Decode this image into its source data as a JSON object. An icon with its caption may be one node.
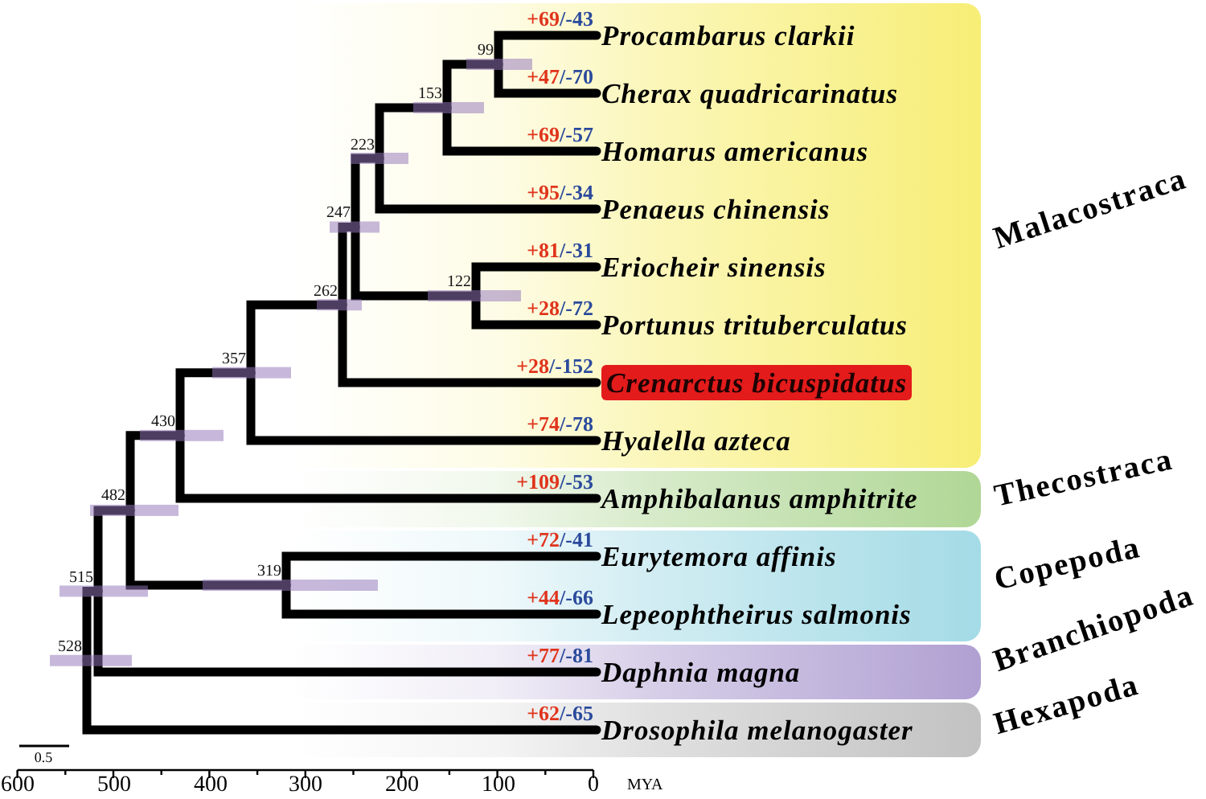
{
  "diagram": {
    "nodes": [
      {
        "text": [
          "Malacostraca"
        ]
      },
      {
        "text": [
          "Procambarus clarkii"
        ],
        "beside": [
          "+69",
          "/-43"
        ],
        "in": 0
      },
      {
        "text": [
          "Cherax quadricarinatus"
        ],
        "beside": [
          "+47",
          "/-70"
        ],
        "in": 0
      },
      {
        "text": [
          "Homarus americanus"
        ],
        "beside": [
          "+69",
          "/-57"
        ],
        "in": 0
      },
      {
        "text": [
          "Penaeus chinensis"
        ],
        "beside": [
          "+95",
          "/-34"
        ],
        "in": 0
      },
      {
        "text": [
          "Eriocheir sinensis"
        ],
        "beside": [
          "+81",
          "/-31"
        ],
        "in": 0
      },
      {
        "text": [
          "Portunus trituberculatus"
        ],
        "beside": [
          "+28",
          "/-72"
        ],
        "in": 0
      },
      {
        "text": [
          "Crenarctus bicuspidatus"
        ],
        "beside": [
          "+28",
          "/-152"
        ],
        "in": 0
      },
      {
        "text": [
          "Hyalella azteca"
        ],
        "beside": [
          "+74",
          "/-78"
        ],
        "in": 0
      },
      {
        "text": [
          "99"
        ],
        "in": 0
      },
      {
        "text": [
          "153"
        ],
        "in": 0
      },
      {
        "text": [
          "223"
        ],
        "in": 0
      },
      {
        "text": [
          "247"
        ],
        "in": 0
      },
      {
        "text": [
          "122"
        ],
        "in": 0
      },
      {
        "text": [
          "262"
        ],
        "in": 0
      },
      {
        "text": [
          "Thecostraca"
        ]
      },
      {
        "text": [
          "Amphibalanus amphitrite"
        ],
        "beside": [
          "+109",
          "/-53"
        ],
        "in": 15
      },
      {
        "text": [
          "Copepoda"
        ]
      },
      {
        "text": [
          "Eurytemora affinis"
        ],
        "beside": [
          "+72",
          "/-41"
        ],
        "in": 17
      },
      {
        "text": [
          "Lepeophtheirus salmonis"
        ],
        "beside": [
          "+44",
          "/-66"
        ],
        "in": 17
      },
      {
        "text": [
          "Branchiopoda"
        ]
      },
      {
        "text": [
          "Daphnia magna"
        ],
        "beside": [
          "+77",
          "/-81"
        ],
        "in": 20
      },
      {
        "text": [
          "Hexapoda"
        ]
      },
      {
        "text": [
          "Drosophila melanogaster"
        ],
        "beside": [
          "+62",
          "/-65"
        ],
        "in": 22
      },
      {
        "text": [
          "357"
        ]
      },
      {
        "text": [
          "430"
        ]
      },
      {
        "text": [
          "319"
        ]
      },
      {
        "text": [
          "482"
        ]
      },
      {
        "text": [
          "515"
        ]
      },
      {
        "text": [
          "528"
        ]
      }
    ],
    "edges": [
      {
        "from": 9,
        "to": 1,
        "arrow": "none"
      },
      {
        "from": 9,
        "to": 2,
        "arrow": "none"
      },
      {
        "from": 10,
        "to": 9,
        "arrow": "none"
      },
      {
        "from": 10,
        "to": 3,
        "arrow": "none"
      },
      {
        "from": 11,
        "to": 10,
        "arrow": "none"
      },
      {
        "from": 11,
        "to": 4,
        "arrow": "none"
      },
      {
        "from": 13,
        "to": 5,
        "arrow": "none"
      },
      {
        "from": 13,
        "to": 6,
        "arrow": "none"
      },
      {
        "from": 12,
        "to": 11,
        "arrow": "none"
      },
      {
        "from": 12,
        "to": 13,
        "arrow": "none"
      },
      {
        "from": 14,
        "to": 12,
        "arrow": "none"
      },
      {
        "from": 14,
        "to": 7,
        "arrow": "none"
      },
      {
        "from": 24,
        "to": 14,
        "arrow": "none"
      },
      {
        "from": 24,
        "to": 8,
        "arrow": "none"
      },
      {
        "from": 25,
        "to": 24,
        "arrow": "none"
      },
      {
        "from": 25,
        "to": 16,
        "arrow": "none"
      },
      {
        "from": 26,
        "to": 18,
        "arrow": "none"
      },
      {
        "from": 26,
        "to": 19,
        "arrow": "none"
      },
      {
        "from": 27,
        "to": 25,
        "arrow": "none"
      },
      {
        "from": 27,
        "to": 26,
        "arrow": "none"
      },
      {
        "from": 28,
        "to": 27,
        "arrow": "none"
      },
      {
        "from": 28,
        "to": 21,
        "arrow": "none"
      },
      {
        "from": 29,
        "to": 28,
        "arrow": "none"
      },
      {
        "from": 29,
        "to": 23,
        "arrow": "none"
      }
    ],
    "labels": [
      "0.5",
      "600",
      "500",
      "400",
      "300",
      "200",
      "100",
      "0",
      "MYA"
    ]
  }
}
